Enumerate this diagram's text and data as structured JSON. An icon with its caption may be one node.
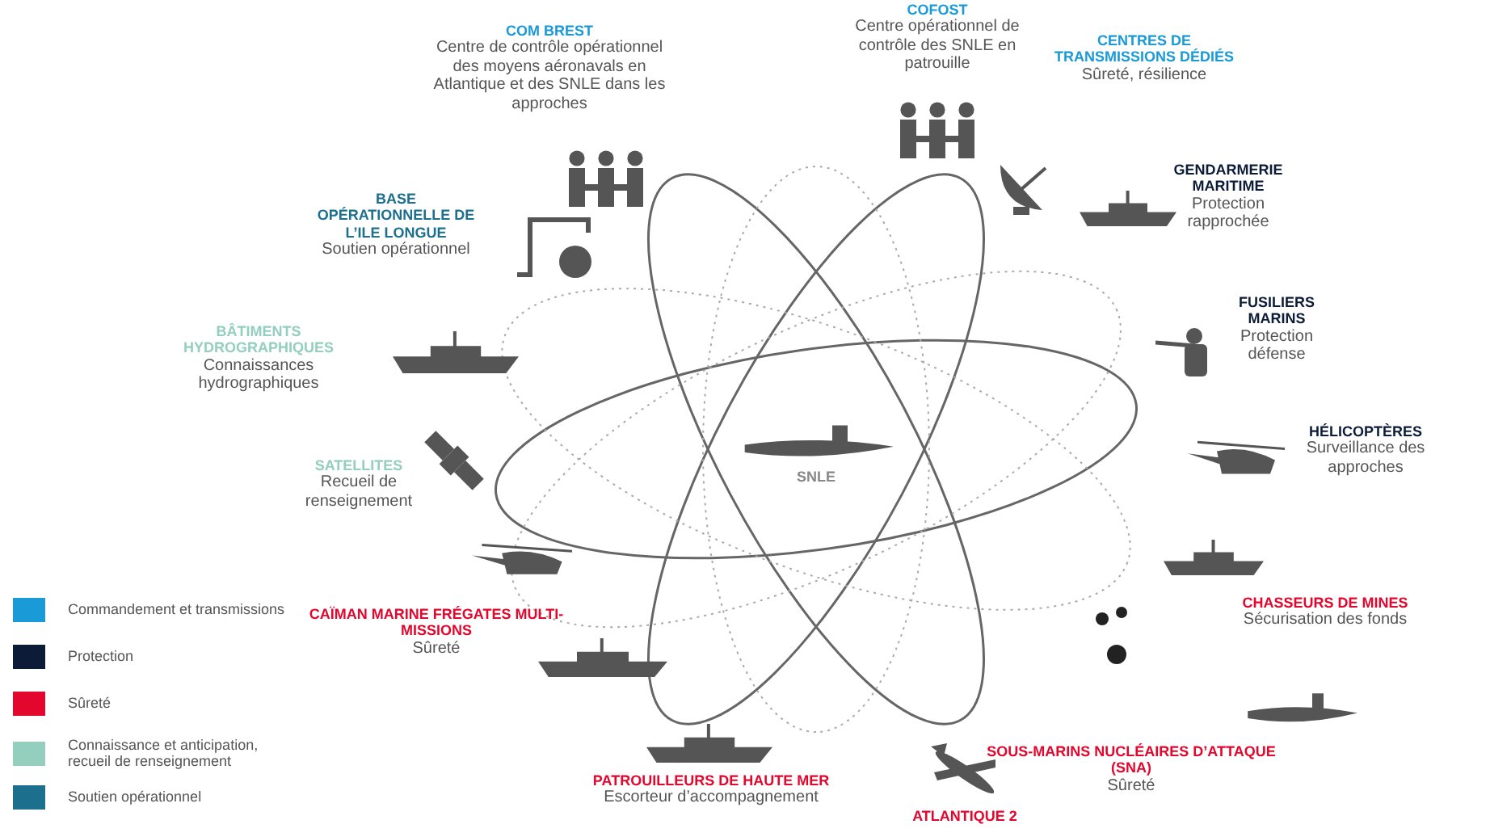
{
  "diagram": {
    "nodes": [
      {
        "text": [
          "COFOST",
          "Centre opérationnel de contrôle des SNLE en patrouille"
        ]
      },
      {
        "text": [
          "COM BREST",
          "Centre de contrôle opérationnel des moyens aéronavals en Atlantique et des SNLE dans les approches"
        ]
      },
      {
        "text": [
          "CENTRES DE TRANSMISSIONS DÉDIÉS",
          "Sûreté, résilience"
        ]
      },
      {
        "text": [
          "BASE OPÉRATIONNELLE DE L’ILE LONGUE",
          "Soutien opérationnel"
        ]
      },
      {
        "text": [
          "GENDARMERIE MARITIME",
          "Protection rapprochée"
        ]
      },
      {
        "text": [
          "FUSILIERS MARINS",
          "Protection défense"
        ]
      },
      {
        "text": [
          "BÂTIMENTS HYDROGRAPHIQUES",
          "Connaissances hydrographiques"
        ]
      },
      {
        "text": [
          "SNLE"
        ]
      },
      {
        "text": [
          "HÉLICOPTÈRES",
          "Surveillance des approches"
        ]
      },
      {
        "text": [
          "SATELLITES",
          "Recueil de renseignement"
        ]
      },
      {
        "text": [
          "CAÏMAN MARINE FRÉGATES MULTI-MISSIONS",
          "Sûreté"
        ]
      },
      {
        "text": [
          "CHASSEURS DE MINES",
          "Sécurisation des fonds"
        ]
      },
      {
        "text": [
          "SOUS-MARINS NUCLÉAIRES D’ATTAQUE (SNA)",
          "Sûreté"
        ]
      },
      {
        "text": [
          "PATROUILLEURS DE HAUTE MER",
          "Escorteur d’accompagnement"
        ]
      },
      {
        "text": [
          "ATLANTIQUE 2"
        ]
      }
    ],
    "legend": [
      {
        "text": "Commandement et transmissions",
        "color": "#1a9ad6"
      },
      {
        "text": "Protection",
        "color": "#0c1c38"
      },
      {
        "text": "Sûreté",
        "color": "#e3062d"
      },
      {
        "text": "Connaissance et anticipation, recueil de renseignement",
        "color": "#94cfbd"
      },
      {
        "text": "Soutien opérationnel",
        "color": "#1d6f8e"
      }
    ]
  }
}
